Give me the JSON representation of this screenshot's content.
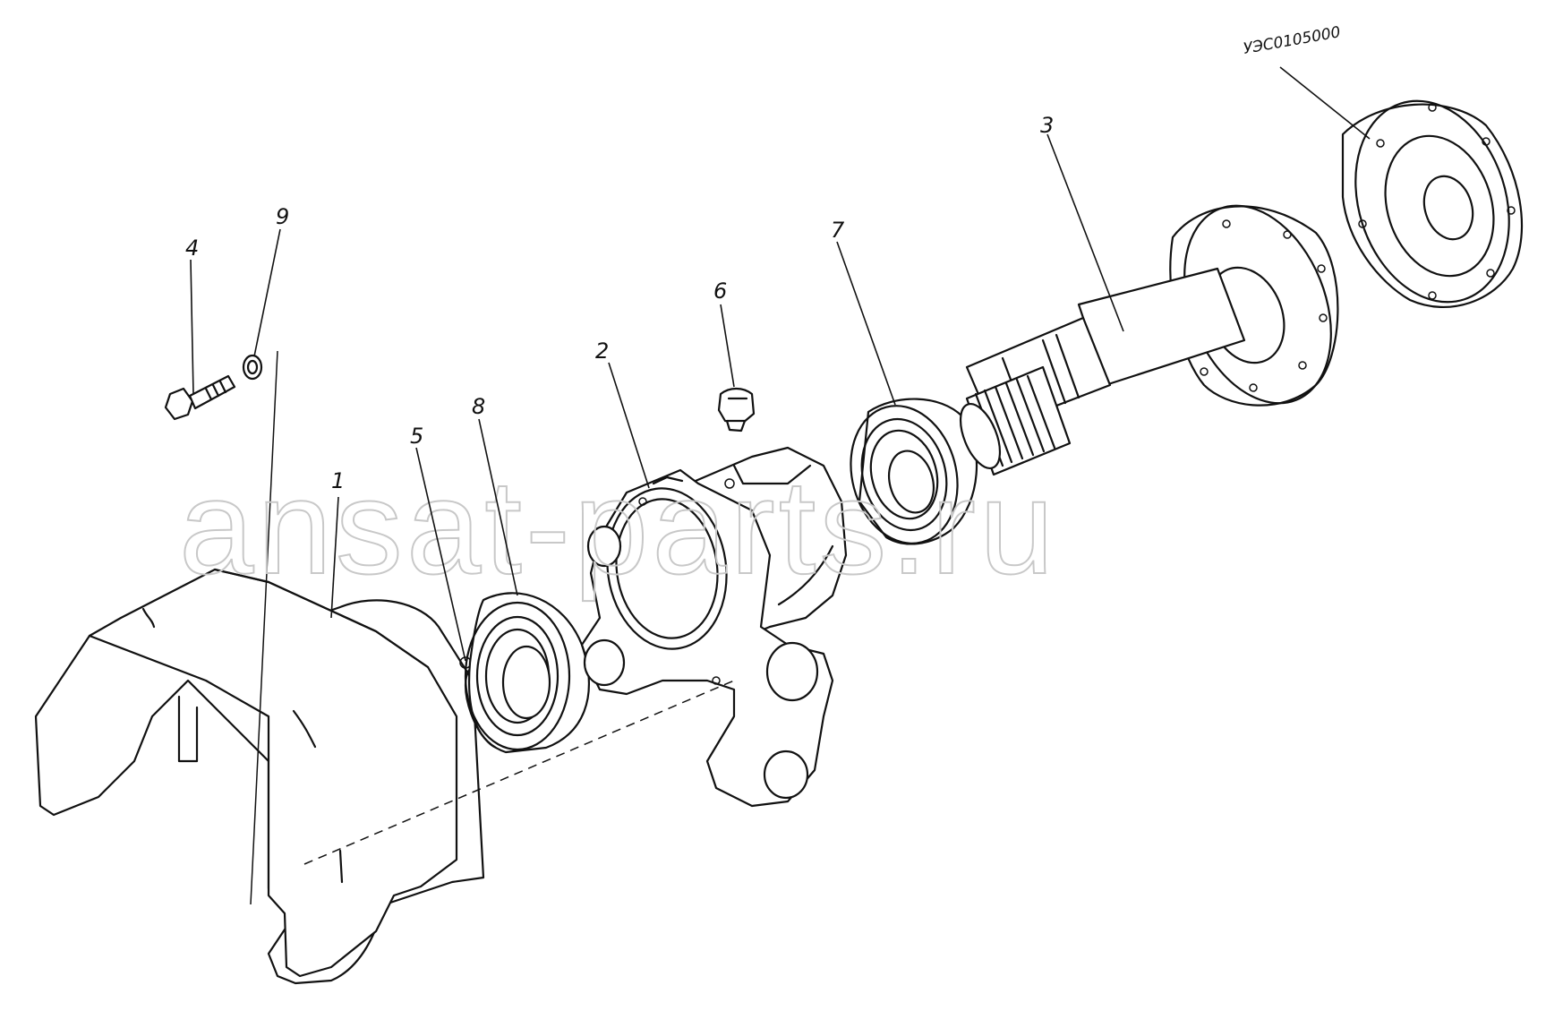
{
  "drawing_code": "УЭС0105000",
  "watermark": "ansat-parts.ru",
  "callouts": [
    {
      "id": "1",
      "part": "cover"
    },
    {
      "id": "2",
      "part": "bearing-housing"
    },
    {
      "id": "3",
      "part": "splined-shaft"
    },
    {
      "id": "4",
      "part": "bolt"
    },
    {
      "id": "5",
      "part": "retaining-ring"
    },
    {
      "id": "6",
      "part": "grease-fitting"
    },
    {
      "id": "7",
      "part": "bearing-rear"
    },
    {
      "id": "8",
      "part": "bearing-front"
    },
    {
      "id": "9",
      "part": "washer"
    }
  ]
}
